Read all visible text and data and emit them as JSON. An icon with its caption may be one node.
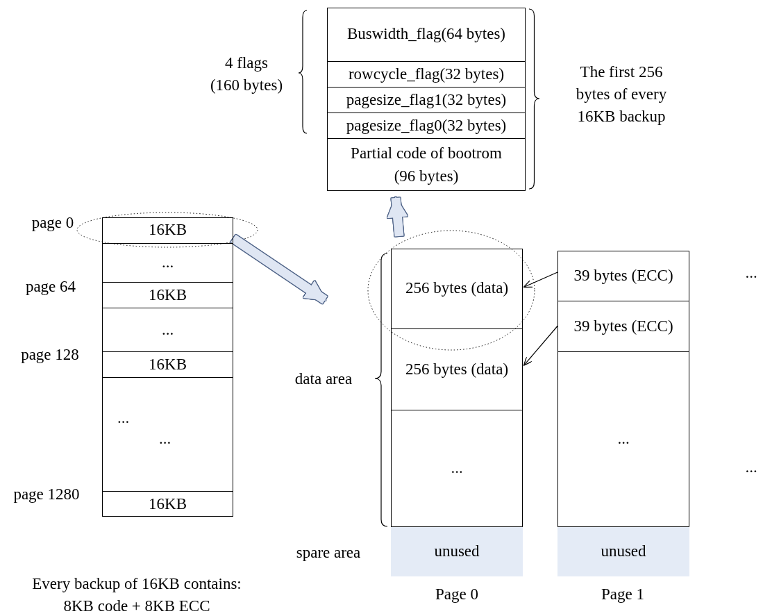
{
  "diagram": {
    "nodes": [
      {
        "text": [],
        "shape": "box"
      },
      {
        "text": [
          "Buswidth_flag(64 bytes)"
        ],
        "in": 0
      },
      {
        "text": [
          "rowcycle_flag(32 bytes)"
        ],
        "in": 0
      },
      {
        "text": [
          "pagesize_flag1(32 bytes)"
        ],
        "in": 0
      },
      {
        "text": [
          "pagesize_flag0(32 bytes)"
        ],
        "in": 0
      },
      {
        "text": [
          "Partial code of bootrom (96 bytes)"
        ],
        "in": 0
      },
      {
        "text": [],
        "shape": "box"
      },
      {
        "text": [
          "16KB"
        ],
        "in": 6
      },
      {
        "text": [
          "..."
        ],
        "in": 6
      },
      {
        "text": [
          "16KB"
        ],
        "in": 6
      },
      {
        "text": [
          "..."
        ],
        "in": 6
      },
      {
        "text": [
          "16KB"
        ],
        "in": 6
      },
      {
        "text": [
          "...",
          "..."
        ],
        "in": 6
      },
      {
        "text": [
          "16KB"
        ],
        "in": 6
      },
      {
        "text": [],
        "shape": "box",
        "beside": [
          "Page 0"
        ]
      },
      {
        "text": [
          "256 bytes (data)"
        ],
        "in": 14
      },
      {
        "text": [
          "256 bytes (data)"
        ],
        "in": 14
      },
      {
        "text": [
          "..."
        ],
        "in": 14
      },
      {
        "text": [
          "unused"
        ],
        "in": 14
      },
      {
        "text": [],
        "shape": "box",
        "beside": [
          "Page 1"
        ]
      },
      {
        "text": [
          "39 bytes (ECC)"
        ],
        "in": 19
      },
      {
        "text": [
          "39 bytes (ECC)"
        ],
        "in": 19
      },
      {
        "text": [
          "..."
        ],
        "in": 19
      },
      {
        "text": [
          "unused"
        ],
        "in": 19
      }
    ],
    "edges": [
      {
        "from": 6,
        "to": 14,
        "arrow": "to",
        "style": "thick"
      },
      {
        "from": 15,
        "to": 0,
        "arrow": "to",
        "style": "thick"
      },
      {
        "from": 20,
        "to": 15,
        "arrow": "to",
        "color": "#000000"
      },
      {
        "from": 21,
        "to": 16,
        "arrow": "to",
        "color": "#000000"
      }
    ],
    "labels": [
      "4 flags (160 bytes)",
      "The first 256 bytes of every 16KB backup",
      "page 0",
      "page 64",
      "page 128",
      "page 1280",
      "...",
      "data area",
      "...",
      "spare area",
      "Every backup of 16KB contains: 8KB code + 8KB ECC"
    ]
  }
}
